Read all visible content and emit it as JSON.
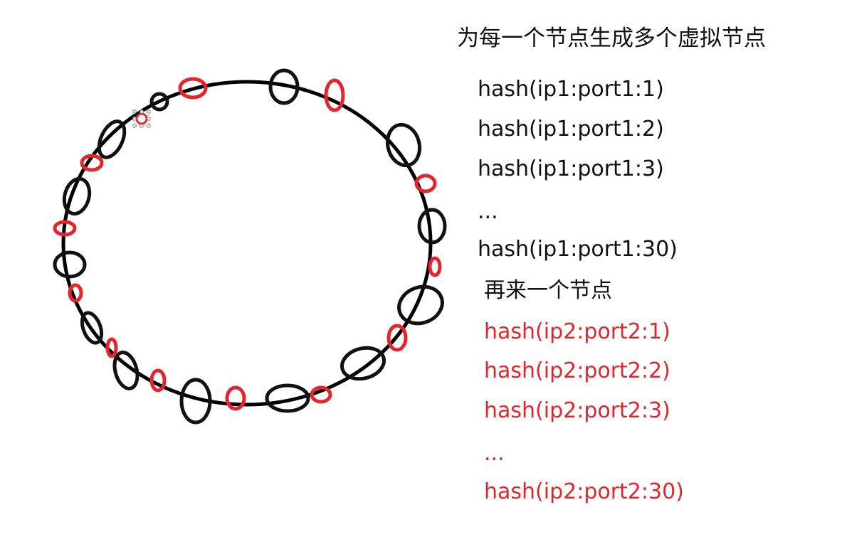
{
  "heading": "为每一个节点生成多个虚拟节点",
  "node1": {
    "color": "#111111",
    "lines": [
      "hash(ip1:port1:1)",
      "hash(ip1:port1:2)",
      "hash(ip1:port1:3)",
      "...",
      "hash(ip1:port1:30)"
    ]
  },
  "node2": {
    "heading": "再来一个节点",
    "color": "#e3262b",
    "lines": [
      "hash(ip2:port2:1)",
      "hash(ip2:port2:2)",
      "hash(ip2:port2:3)",
      "...",
      "hash(ip2:port2:30)"
    ]
  },
  "ring": {
    "ring_color": "#000000",
    "black_node_color": "#111111",
    "red_node_color": "#e3262b"
  }
}
